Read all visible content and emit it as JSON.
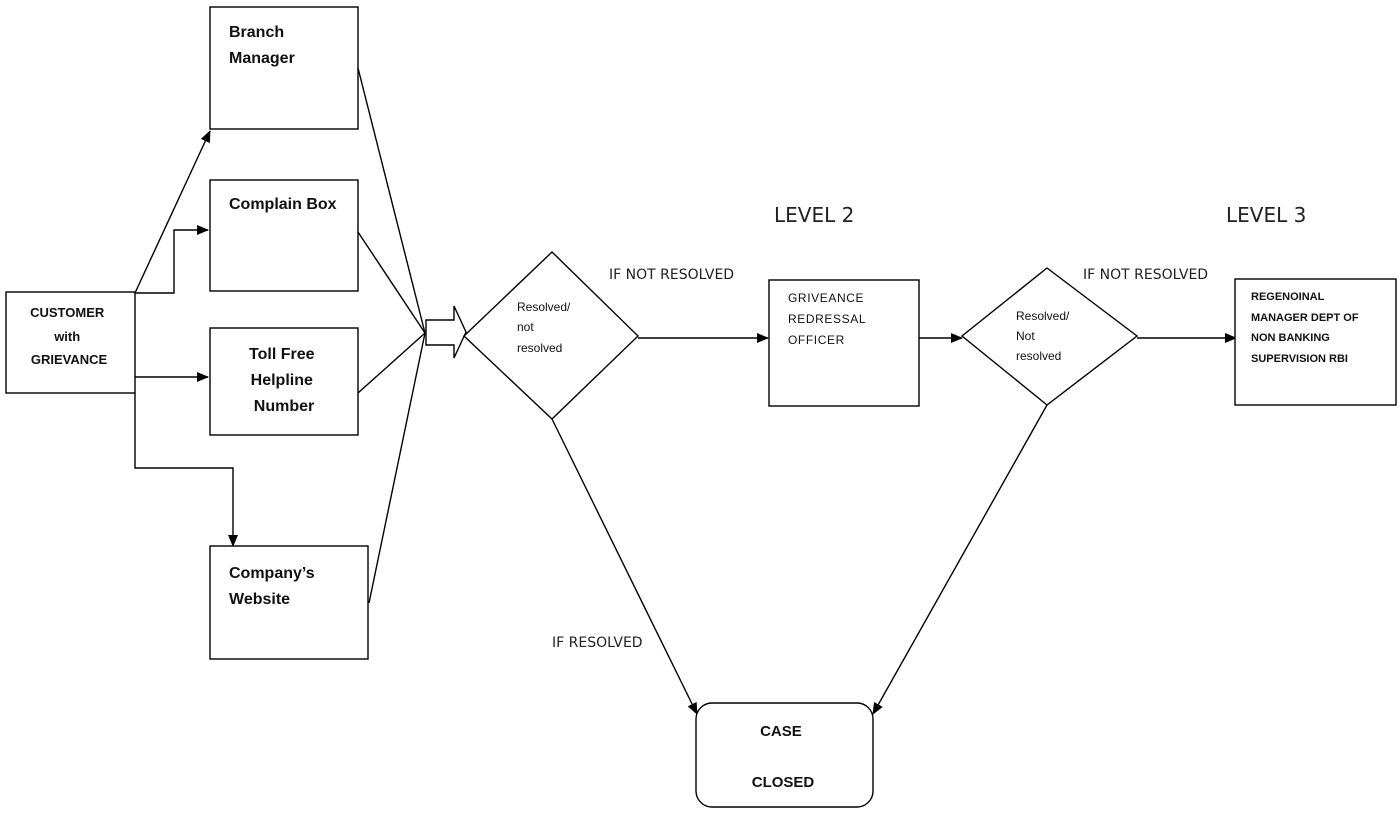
{
  "nodes": {
    "customer": [
      "CUSTOMER",
      "with",
      "GRIEVANCE"
    ],
    "branch_manager": [
      "Branch",
      "Manager"
    ],
    "complain_box": [
      "Complain Box"
    ],
    "toll_free": [
      "Toll Free",
      "Helpline",
      "Number"
    ],
    "website": [
      "Company’s",
      "Website"
    ],
    "decision1": [
      "Resolved/",
      "not",
      "resolved"
    ],
    "griveance_officer": [
      "GRIVEANCE",
      "REDRESSAL",
      "OFFICER"
    ],
    "decision2": [
      "Resolved/",
      "Not",
      "resolved"
    ],
    "regional_manager": [
      "REGENOINAL",
      "MANAGER DEPT OF",
      "NON BANKING",
      "SUPERVISION RBI"
    ],
    "case_closed": [
      "CASE",
      "CLOSED"
    ]
  },
  "labels": {
    "level2": "LEVEL 2",
    "level3": "LEVEL 3",
    "if_not_resolved_1": "IF NOT RESOLVED",
    "if_not_resolved_2": "IF NOT RESOLVED",
    "if_resolved": "IF RESOLVED"
  }
}
